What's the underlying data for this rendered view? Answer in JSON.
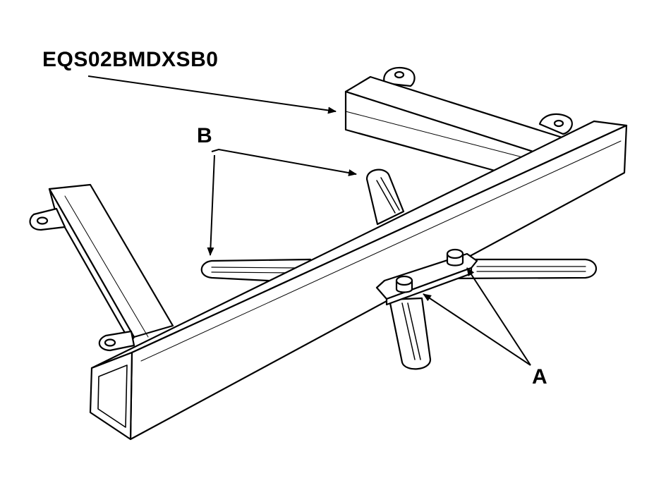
{
  "part_number": "EQS02BMDXSB0",
  "callouts": {
    "a": "A",
    "b": "B"
  },
  "colors": {
    "line": "#000000",
    "background": "#ffffff"
  }
}
